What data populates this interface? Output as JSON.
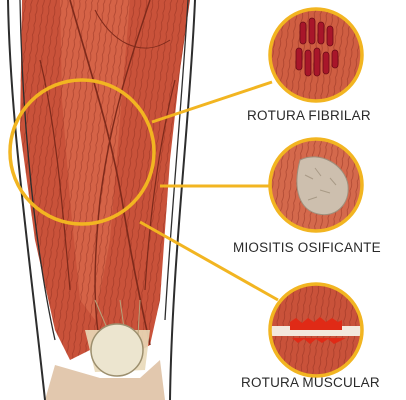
{
  "labels": {
    "rotura_fibrilar": "ROTURA FIBRILAR",
    "miositis_osificante": "MIOSITIS OSIFICANTE",
    "rotura_muscular": "ROTURA MUSCULAR"
  },
  "icons": {
    "thigh": "thigh-muscles-illustration",
    "magnifier": "highlight-ring",
    "fibril_tear": "fibril-tear-detail",
    "ossifying": "ossifying-myositis-detail",
    "muscle_tear": "muscle-tear-detail"
  },
  "colors": {
    "muscle": "#c9523a",
    "muscle_light": "#de7a5c",
    "muscle_dark": "#9a3322",
    "skin_outline": "#2d2d2d",
    "ring": "#f2b521",
    "tear": "#b3172a",
    "calcification": "#cdbfae",
    "patella": "#ece5cf"
  }
}
